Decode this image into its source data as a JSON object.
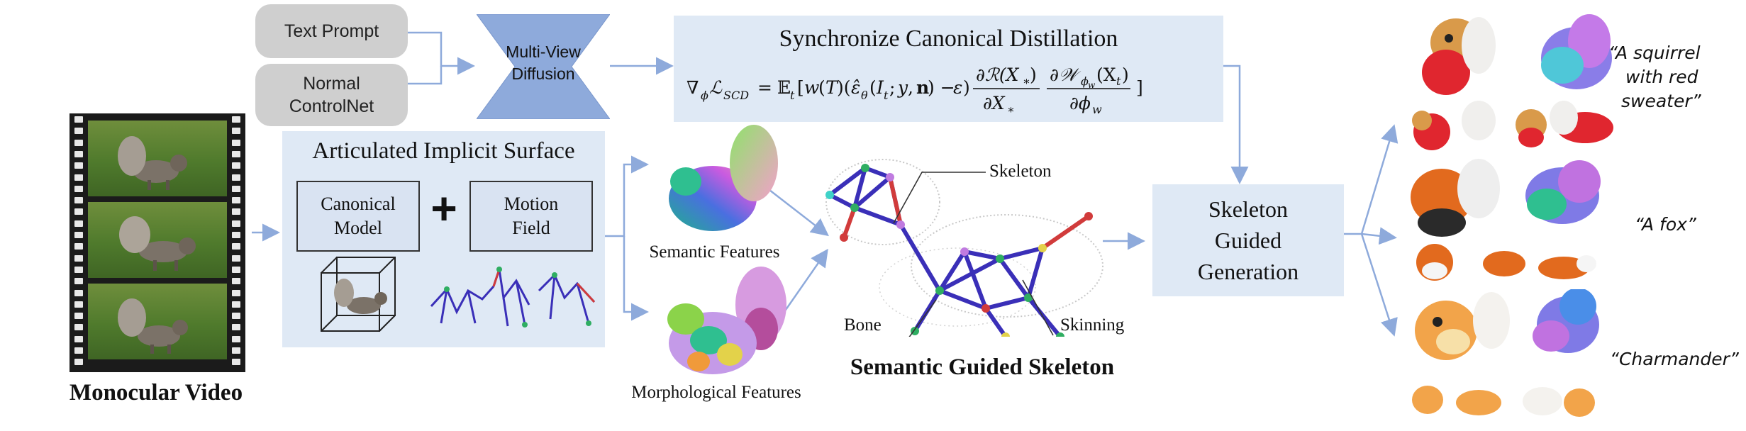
{
  "inputs": {
    "text_prompt": "Text Prompt",
    "normal_controlnet_line1": "Normal",
    "normal_controlnet_line2": "ControlNet"
  },
  "diffusion": {
    "line1": "Multi-View",
    "line2": "Diffusion"
  },
  "distillation": {
    "title": "Synchronize Canonical Distillation"
  },
  "video": {
    "label": "Monocular Video"
  },
  "surface": {
    "title": "Articulated Implicit Surface",
    "canonical_line1": "Canonical",
    "canonical_line2": "Model",
    "plus": "+",
    "motion_line1": "Motion",
    "motion_line2": "Field"
  },
  "features": {
    "semantic": "Semantic Features",
    "morphological": "Morphological  Features"
  },
  "skeleton": {
    "title": "Semantic Guided Skeleton",
    "skeleton_label": "Skeleton",
    "bone_label": "Bone",
    "skinning_label": "Skinning"
  },
  "generation": {
    "line1": "Skeleton",
    "line2": "Guided",
    "line3": "Generation"
  },
  "prompts": {
    "p1_line1": "“A squirrel",
    "p1_line2": "with red",
    "p1_line3": "sweater”",
    "p2": "“A fox”",
    "p3": "“Charmander”"
  },
  "colors": {
    "arrow": "#8eaadb",
    "panel": "#dfe9f5",
    "diffusion": "#8eaadb",
    "bone": "#3a2fb8",
    "joint_red": "#d13b3b"
  }
}
